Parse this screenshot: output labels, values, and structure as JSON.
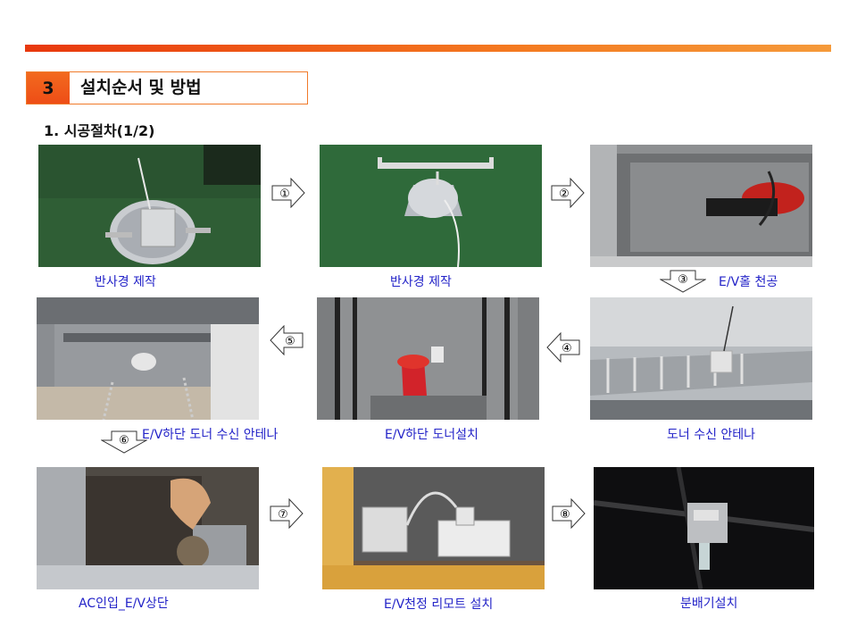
{
  "header": {
    "section_number": "3",
    "section_title": "설치순서 및 방법",
    "subtitle": "1. 시공절차(1/2)"
  },
  "steps": {
    "s1": "①",
    "s2": "②",
    "s3": "③",
    "s4": "④",
    "s5": "⑤",
    "s6": "⑥",
    "s7": "⑦",
    "s8": "⑧"
  },
  "captions": {
    "p1": "반사경 제작",
    "p2": "반사경 제작",
    "p3": "E/V홀 천공",
    "p4": "E/V하단 도너 수신 안테나",
    "p5": "E/V하단 도너설치",
    "p6": "도너 수신 안테나",
    "p7": "AC인입_E/V상단",
    "p8": "E/V천정 리모트 설치",
    "p9": "분배기설치"
  },
  "colors": {
    "accent": "#f47920",
    "caption": "#2323c8"
  }
}
